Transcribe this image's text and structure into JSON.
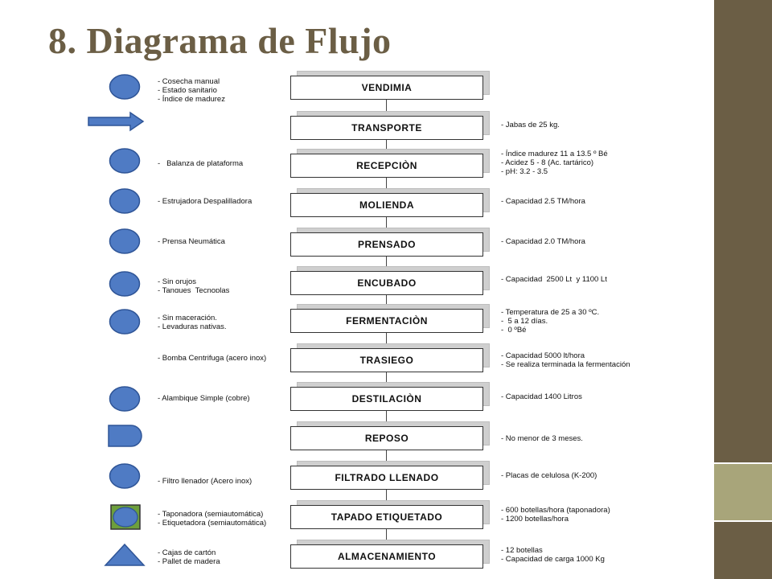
{
  "title": "8. Diagrama de Flujo",
  "colors": {
    "accent": "#6b5e45",
    "sidebar_light": "#a8a57a",
    "symbol_fill": "#4f7bc4",
    "symbol_stroke": "#2f5597",
    "symbol_square": "#6d9f3c"
  },
  "steps": [
    {
      "label": "VENDIMIA",
      "symbol": "circle-icon",
      "left": "- Cosecha manual\n- Estado sanitario\n- Índice de madurez",
      "right": ""
    },
    {
      "label": "TRANSPORTE",
      "symbol": "arrow-right-icon",
      "left": "",
      "right": "- Jabas de 25 kg."
    },
    {
      "label": "RECEPCIÒN",
      "symbol": "circle-icon",
      "left": "-   Balanza de plataforma",
      "right": "- Índice madurez 11 a 13.5 º Bé\n- Acidez 5 - 8 (Ac. tartárico)\n- pH: 3.2 - 3.5"
    },
    {
      "label": "MOLIENDA",
      "symbol": "circle-icon",
      "left": "- Estrujadora Despalilladora",
      "right": "- Capacidad 2.5 TM/hora"
    },
    {
      "label": "PRENSADO",
      "symbol": "circle-icon",
      "left": "- Prensa Neumática",
      "right": "- Capacidad 2.0 TM/hora"
    },
    {
      "label": "ENCUBADO",
      "symbol": "circle-icon",
      "left": "- Sin orujos\n- Tanques  Tecnoplas",
      "right": "- Capacidad  2500 Lt  y 1100 Lt"
    },
    {
      "label": "FERMENTACIÒN",
      "symbol": "circle-icon",
      "left": "- Sin maceración.\n- Levaduras nativas.",
      "right": "- Temperatura de 25 a 30 ºC.\n-  5 a 12 días.\n-  0 ºBé"
    },
    {
      "label": "TRASIEGO",
      "symbol": "",
      "left": "- Bomba Centrifuga (acero inox)",
      "right": "- Capacidad 5000 lt/hora\n- Se realiza terminada la fermentación"
    },
    {
      "label": "DESTILACIÒN",
      "symbol": "circle-icon",
      "left": "- Alambique Simple (cobre)",
      "right": "- Capacidad 1400 Litros"
    },
    {
      "label": "REPOSO",
      "symbol": "delay-icon",
      "left": "",
      "right": "- No menor de 3 meses."
    },
    {
      "label": "FILTRADO LLENADO",
      "symbol": "circle-icon",
      "left": "- Filtro llenador (Acero inox)",
      "right": "- Placas de celulosa (K-200)"
    },
    {
      "label": "TAPADO ETIQUETADO",
      "symbol": "combined-operation-icon",
      "left": "- Taponadora (semiautomática)\n- Etiquetadora (semiautomática)",
      "right": "- 600 botellas/hora (taponadora)\n- 1200 botellas/hora"
    },
    {
      "label": "ALMACENAMIENTO",
      "symbol": "triangle-icon",
      "left": "- Cajas de cartón\n- Pallet de madera",
      "right": "- 12 botellas\n- Capacidad de carga 1000 Kg"
    }
  ]
}
